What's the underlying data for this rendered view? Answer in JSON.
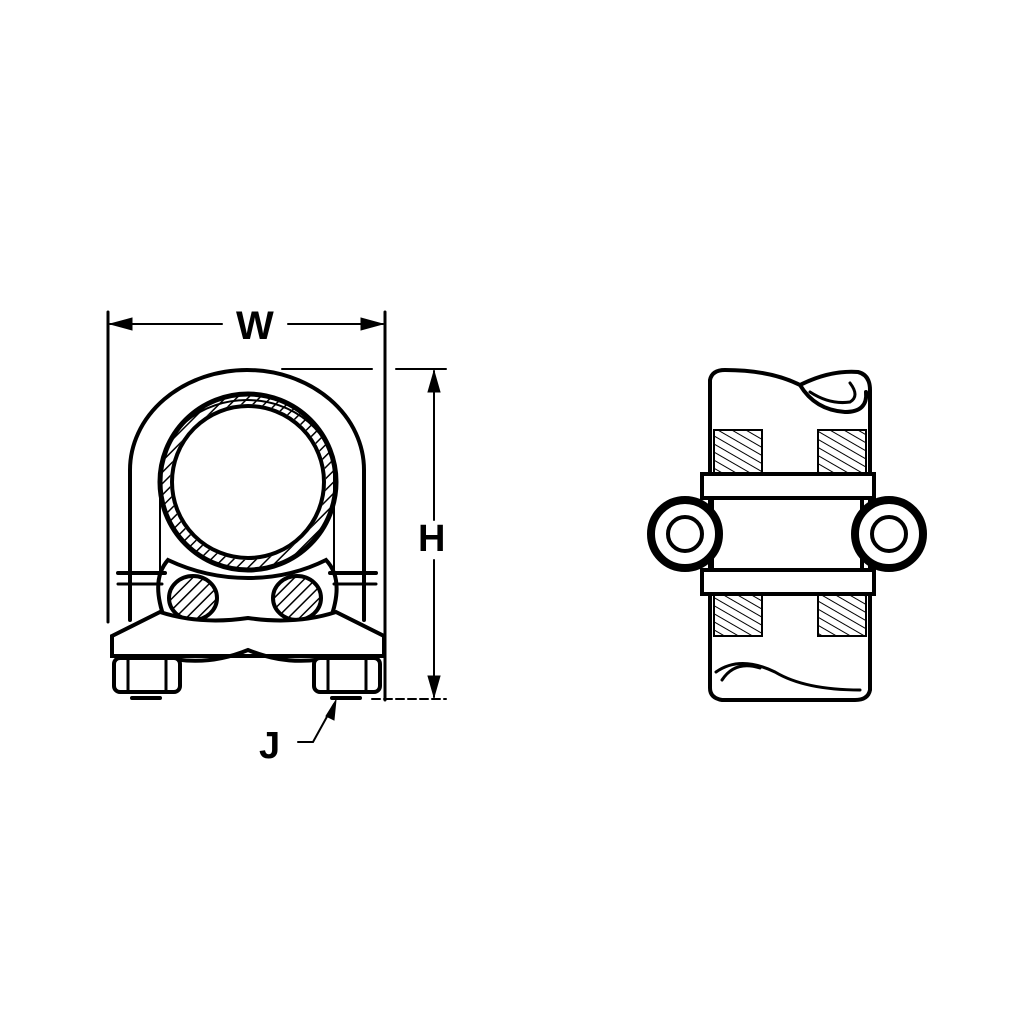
{
  "diagram": {
    "title": "Pipe clamp / ground clamp dimension drawing",
    "views": [
      {
        "name": "front-view",
        "description": "U-bolt clamp around pipe with cable saddle and two hex nuts"
      },
      {
        "name": "side-view",
        "description": "Clamp seen from side with cables and bolt eyes"
      }
    ],
    "dimensions": {
      "width_label": "W",
      "height_label": "H",
      "nut_label": "J"
    },
    "colors": {
      "line": "#000000",
      "background": "#ffffff"
    }
  }
}
